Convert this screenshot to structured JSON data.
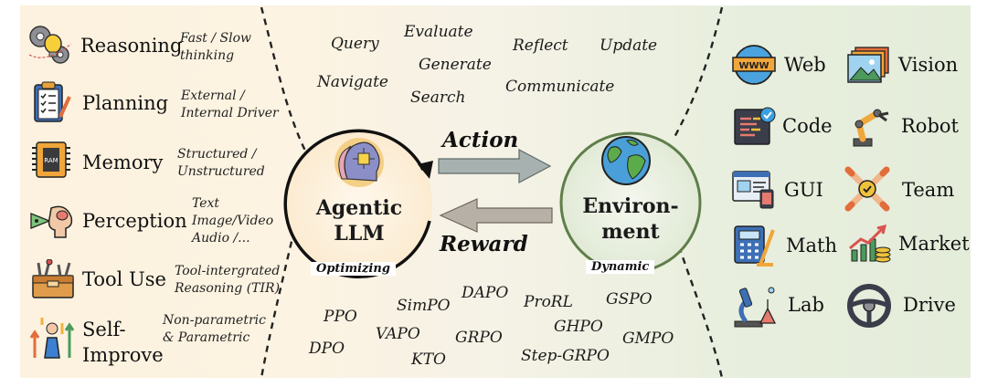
{
  "left_items": [
    {
      "icon": "gears-bulb-icon",
      "label": "Reasoning",
      "desc": "Fast / Slow\nthinking"
    },
    {
      "icon": "clipboard-icon",
      "label": "Planning",
      "desc": "External /\nInternal Driver"
    },
    {
      "icon": "ram-chip-icon",
      "label": "Memory",
      "desc": "Structured /\nUnstructured"
    },
    {
      "icon": "head-sense-icon",
      "label": "Perception",
      "desc": "Text\nImage/Video\nAudio /..."
    },
    {
      "icon": "toolbox-icon",
      "label": "Tool Use",
      "desc": "Tool-intergrated\nReasoning (TIR)"
    },
    {
      "icon": "self-improve-icon",
      "label": "Self-\nImprove",
      "desc": "Non-parametric\n& Parametric"
    }
  ],
  "actions": [
    "Query",
    "Evaluate",
    "Reflect",
    "Update",
    "Generate",
    "Navigate",
    "Communicate",
    "Search"
  ],
  "algorithms": [
    "PPO",
    "SimPO",
    "DAPO",
    "ProRL",
    "GSPO",
    "VAPO",
    "GHPO",
    "DPO",
    "GRPO",
    "GMPO",
    "KTO",
    "Step-GRPO"
  ],
  "agent": {
    "title": "Agentic\nLLM",
    "tag": "Optimizing"
  },
  "environment": {
    "title": "Environ-\nment",
    "tag": "Dynamic"
  },
  "action_label": "Action",
  "reward_label": "Reward",
  "env_items": [
    {
      "icon": "www-globe-icon",
      "label": "Web"
    },
    {
      "icon": "image-gallery-icon",
      "label": "Vision"
    },
    {
      "icon": "code-editor-icon",
      "label": "Code"
    },
    {
      "icon": "robot-arm-icon",
      "label": "Robot"
    },
    {
      "icon": "gui-window-icon",
      "label": "GUI"
    },
    {
      "icon": "team-hands-icon",
      "label": "Team"
    },
    {
      "icon": "calculator-icon",
      "label": "Math"
    },
    {
      "icon": "market-chart-icon",
      "label": "Market"
    },
    {
      "icon": "microscope-icon",
      "label": "Lab"
    },
    {
      "icon": "steering-wheel-icon",
      "label": "Drive"
    }
  ],
  "colors": {
    "agent_ring": "#111111",
    "env_ring": "#5e7e4a",
    "arrow_fill": "#a7b2b0",
    "left_bg": "#fdf2df",
    "right_bg": "#e4ecda"
  }
}
